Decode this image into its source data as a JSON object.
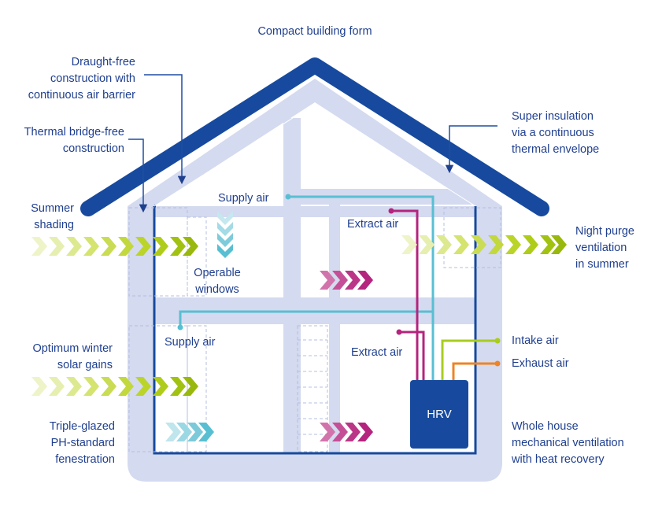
{
  "labels": {
    "compact_form": "Compact building form",
    "draught_free": [
      "Draught-free",
      "construction with",
      "continuous air barrier"
    ],
    "thermal_bridge": [
      "Thermal bridge-free",
      "construction"
    ],
    "summer_shading": [
      "Summer",
      "shading"
    ],
    "optimum_winter": [
      "Optimum winter",
      "solar gains"
    ],
    "triple_glazed": [
      "Triple-glazed",
      "PH-standard",
      "fenestration"
    ],
    "super_insulation": [
      "Super insulation",
      "via a continuous",
      "thermal envelope"
    ],
    "night_purge": [
      "Night purge",
      "ventilation",
      "in summer"
    ],
    "intake_air": "Intake air",
    "exhaust_air": "Exhaust air",
    "whole_house": [
      "Whole house",
      "mechanical ventilation",
      "with heat recovery"
    ],
    "supply_air_top": "Supply air",
    "supply_air_bottom": "Supply air",
    "extract_air_top": "Extract air",
    "extract_air_bottom": "Extract air",
    "operable_windows": [
      "Operable",
      "windows"
    ],
    "hrv": "HRV"
  },
  "colors": {
    "text": "#1f3f8f",
    "roof": "#174a9e",
    "envelope": "#d4daef",
    "hrv_box": "#174a9e",
    "supply": "#58bfd2",
    "extract": "#b4247e",
    "intake": "#a9cc1f",
    "exhaust": "#ef8424",
    "green_arrow": "#b7d31d"
  },
  "icons": [
    "chevron-arrow-icon",
    "pointer-arrow-icon"
  ]
}
